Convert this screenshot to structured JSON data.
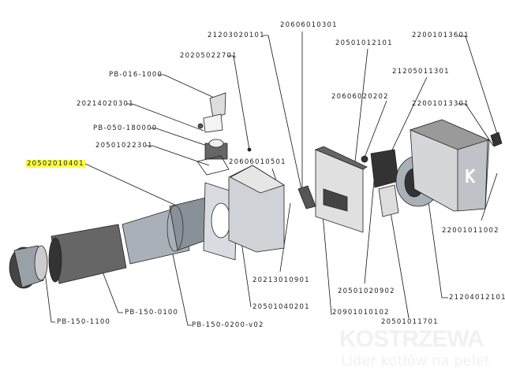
{
  "labels": {
    "p21203020101": "21203020101",
    "p20606010301": "20606010301",
    "p20501012101": "20501012101",
    "p22001013601": "22001013601",
    "p20205022701": "20205022701",
    "p21205011301": "21205011301",
    "pPB0161000": "PB-016-1000",
    "p20606020202": "20606020202",
    "p20214020301": "20214020301",
    "p22001013301": "22001013301",
    "pPB050180000": "PB-050-180000",
    "p20501022301": "20501022301",
    "p20502010401": "20502010401",
    "p20606010501": "20606010501",
    "p22001011002": "22001011002",
    "p20213010901": "20213010901",
    "p20501020902": "20501020902",
    "p21204012101": "21204012101",
    "p20501040201": "20501040201",
    "p20901010102": "20901010102",
    "pPB1500100": "PB-150-0100",
    "pPB1501100": "PB-150-1100",
    "pPB1500200": "PB-150-0200-v02",
    "p20501011701": "20501011701"
  },
  "highlight_color": "#ffff40",
  "watermark": {
    "brand": "KOSTRZEWA",
    "tagline": "Lider kotłów na pelet"
  }
}
